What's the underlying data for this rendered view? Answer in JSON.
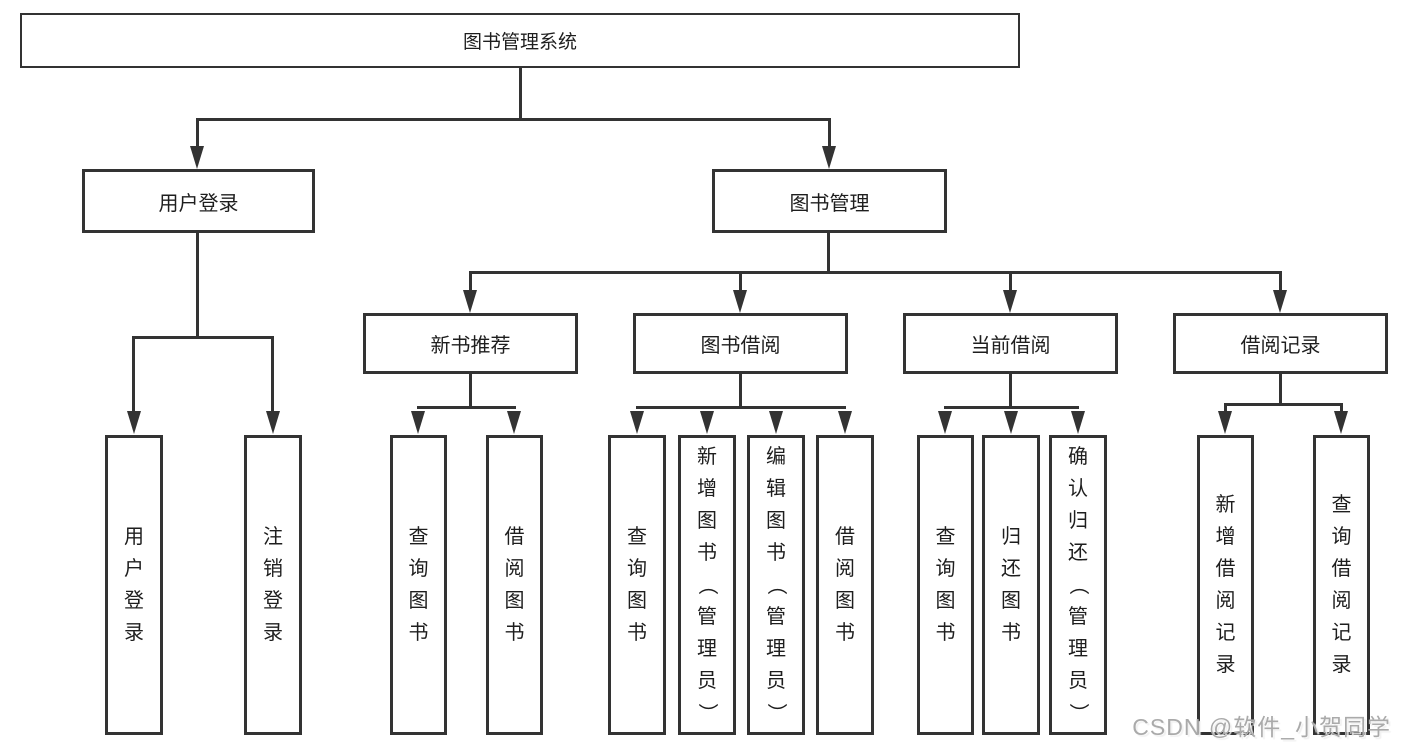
{
  "diagram": {
    "root": {
      "label": "图书管理系统"
    },
    "branches": [
      {
        "label": "用户登录",
        "children": [
          {
            "label": "用户登录"
          },
          {
            "label": "注销登录"
          }
        ]
      },
      {
        "label": "图书管理",
        "children": [
          {
            "label": "新书推荐",
            "children": [
              {
                "label": "查询图书"
              },
              {
                "label": "借阅图书"
              }
            ]
          },
          {
            "label": "图书借阅",
            "children": [
              {
                "label": "查询图书"
              },
              {
                "label": "新增图书（管理员）"
              },
              {
                "label": "编辑图书（管理员）"
              },
              {
                "label": "借阅图书"
              }
            ]
          },
          {
            "label": "当前借阅",
            "children": [
              {
                "label": "查询图书"
              },
              {
                "label": "归还图书"
              },
              {
                "label": "确认归还（管理员）"
              }
            ]
          },
          {
            "label": "借阅记录",
            "children": [
              {
                "label": "新增借阅记录"
              },
              {
                "label": "查询借阅记录"
              }
            ]
          }
        ]
      }
    ]
  },
  "watermark": {
    "text": "CSDN @软件_小贺同学"
  },
  "colors": {
    "line": "#333333",
    "text": "#1e1e1e",
    "watermark": "#aaaaaa",
    "background": "#ffffff"
  }
}
